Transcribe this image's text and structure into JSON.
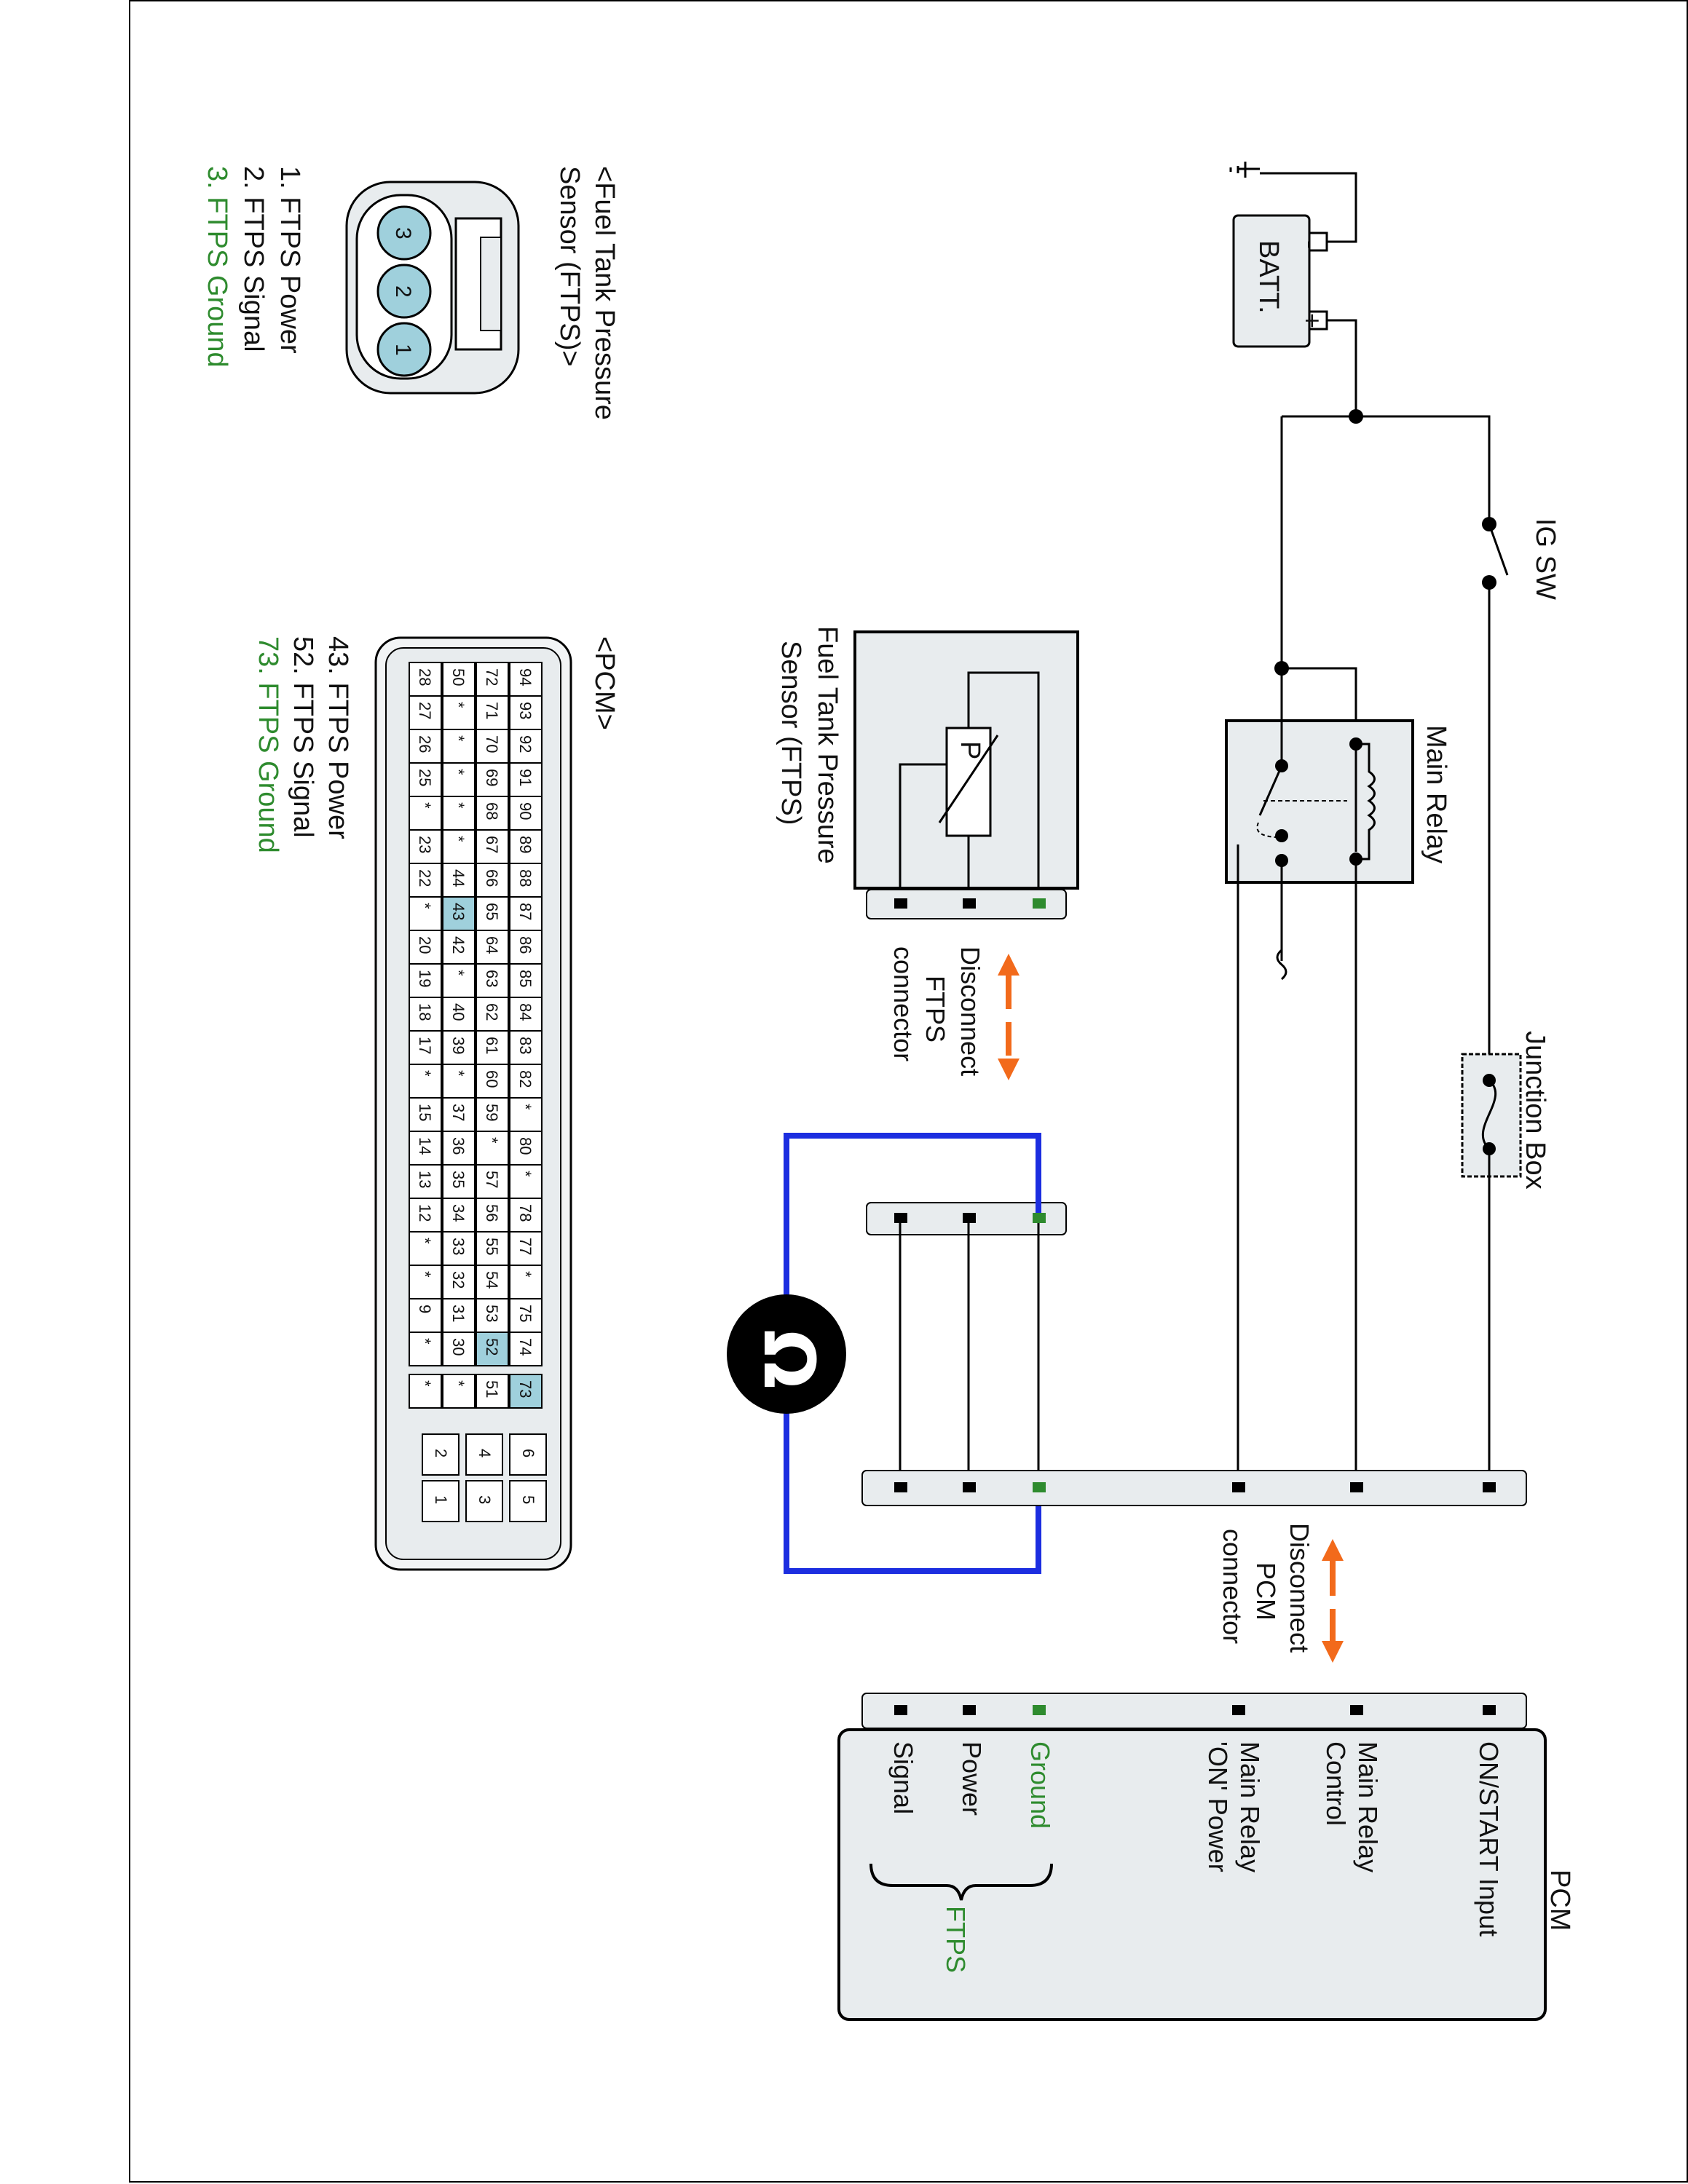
{
  "colors": {
    "wire": "#000000",
    "loop": "#1c2ee0",
    "arrow": "#f26a1b",
    "highlight": "#9fd0dc",
    "ground": "#2e8b2e",
    "connector": "#e8ecee"
  },
  "power": {
    "battery_label": "BATT.",
    "battery_plus": "+",
    "battery_minus": "-",
    "ig_switch_label": "IG SW",
    "main_relay_label": "Main Relay",
    "junction_box_label": "Junction Box"
  },
  "sensor": {
    "title_line1": "Fuel Tank Pressure",
    "title_line2": "Sensor (FTPS)",
    "symbol": "P"
  },
  "disconnect_ftps": [
    "Disconnect",
    "FTPS",
    "connector"
  ],
  "disconnect_pcm": [
    "Disconnect",
    "PCM",
    "connector"
  ],
  "ohmmeter_symbol": "Ω",
  "pcm": {
    "title": "PCM",
    "pins": [
      "ON/START Input",
      "Main Relay",
      "Control",
      "Main Relay",
      "'ON' Power",
      "Ground",
      "Power",
      "Signal"
    ],
    "ftps_group": "FTPS"
  },
  "ftps_connector": {
    "title_line1": "<Fuel Tank Pressure",
    "title_line2": "Sensor (FTPS)>",
    "pins": [
      "3",
      "2",
      "1"
    ],
    "legend": [
      "1. FTPS Power",
      "2. FTPS Signal",
      "3. FTPS Ground"
    ]
  },
  "pcm_connector": {
    "title": "<PCM>",
    "legend": [
      "43. FTPS Power",
      "52. FTPS Signal",
      "73. FTPS Ground"
    ],
    "rows": [
      [
        "94",
        "93",
        "92",
        "91",
        "90",
        "89",
        "88",
        "87",
        "86",
        "85",
        "84",
        "83",
        "82",
        "*",
        "80",
        "*",
        "78",
        "77",
        "*",
        "75",
        "74",
        "73"
      ],
      [
        "72",
        "71",
        "70",
        "69",
        "68",
        "67",
        "66",
        "65",
        "64",
        "63",
        "62",
        "61",
        "60",
        "59",
        "*",
        "57",
        "56",
        "55",
        "54",
        "53",
        "52",
        "51"
      ],
      [
        "50",
        "*",
        "*",
        "*",
        "*",
        "*",
        "44",
        "43",
        "42",
        "*",
        "40",
        "39",
        "*",
        "37",
        "36",
        "35",
        "34",
        "33",
        "32",
        "31",
        "30",
        "*"
      ],
      [
        "28",
        "27",
        "26",
        "25",
        "*",
        "23",
        "22",
        "*",
        "20",
        "19",
        "18",
        "17",
        "*",
        "15",
        "14",
        "13",
        "12",
        "*",
        "*",
        "9",
        "*",
        "*"
      ]
    ],
    "small_pins": [
      [
        "6",
        "5"
      ],
      [
        "4",
        "3"
      ],
      [
        "2",
        "1"
      ]
    ],
    "highlighted": [
      "43",
      "52",
      "73"
    ]
  }
}
